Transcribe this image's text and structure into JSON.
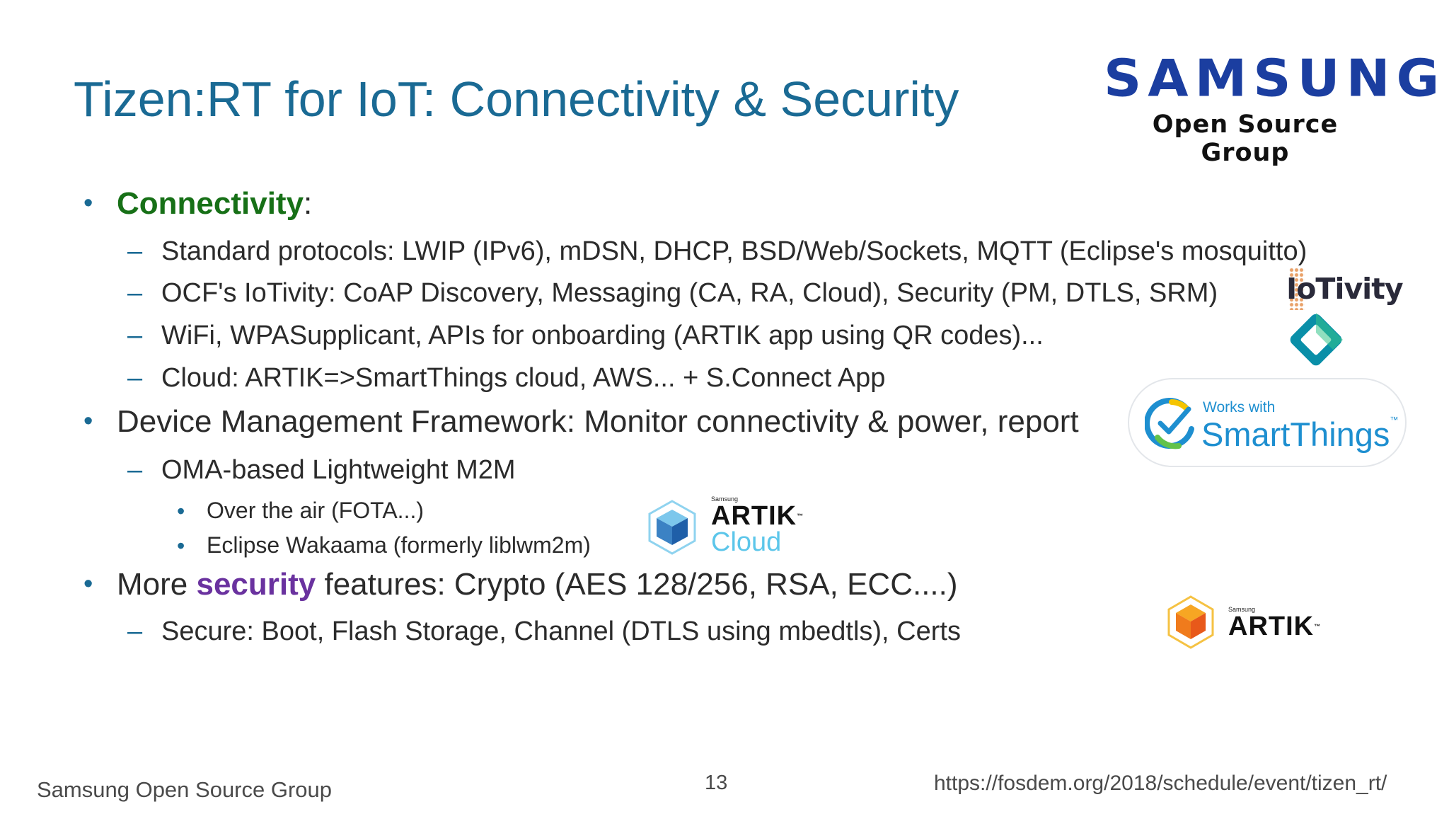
{
  "slide": {
    "title": "Tizen:RT for IoT: Connectivity & Security",
    "logo": {
      "brand": "SAMSUNG",
      "subtitle": "Open Source Group"
    },
    "bullets": [
      {
        "parts": [
          "Connectivity",
          ":"
        ],
        "subs": [
          "Standard protocols: LWIP (IPv6), mDSN, DHCP, BSD/Web/Sockets, MQTT (Eclipse's mosquitto)",
          "OCF's IoTivity: CoAP Discovery, Messaging (CA, RA, Cloud), Security (PM, DTLS, SRM)",
          "WiFi, WPASupplicant, APIs for onboarding (ARTIK app using QR codes)...",
          "Cloud: ARTIK=>SmartThings cloud, AWS... + S.Connect App"
        ]
      },
      {
        "text": "Device Management Framework: Monitor connectivity & power, report",
        "subs": [
          "OMA-based Lightweight M2M"
        ],
        "subsubs": [
          "Over the air (FOTA...)",
          "Eclipse Wakaama (formerly liblwm2m)"
        ]
      },
      {
        "parts": [
          "More ",
          "security",
          " features: Crypto (AES 128/256, RSA, ECC....)"
        ],
        "subs": [
          "Secure: Boot, Flash Storage, Channel (DTLS using mbedtls), Certs"
        ]
      }
    ],
    "logos": {
      "iotivity": "IoTivity",
      "smartthings_works": "Works with",
      "smartthings_name": "SmartThings",
      "smartthings_tm": "™",
      "artik_cloud_small": "Samsung",
      "artik_cloud_word": "ARTIK",
      "artik_cloud_sub": "Cloud",
      "artik_cloud_tm": "™",
      "artik_small": "Samsung",
      "artik_word": "ARTIK",
      "artik_tm": "™"
    },
    "footer": {
      "left": "Samsung Open Source Group",
      "page": "13",
      "url": "https://fosdem.org/2018/schedule/event/tizen_rt/"
    },
    "bullet_glyph": "•",
    "dash_glyph": "–"
  }
}
